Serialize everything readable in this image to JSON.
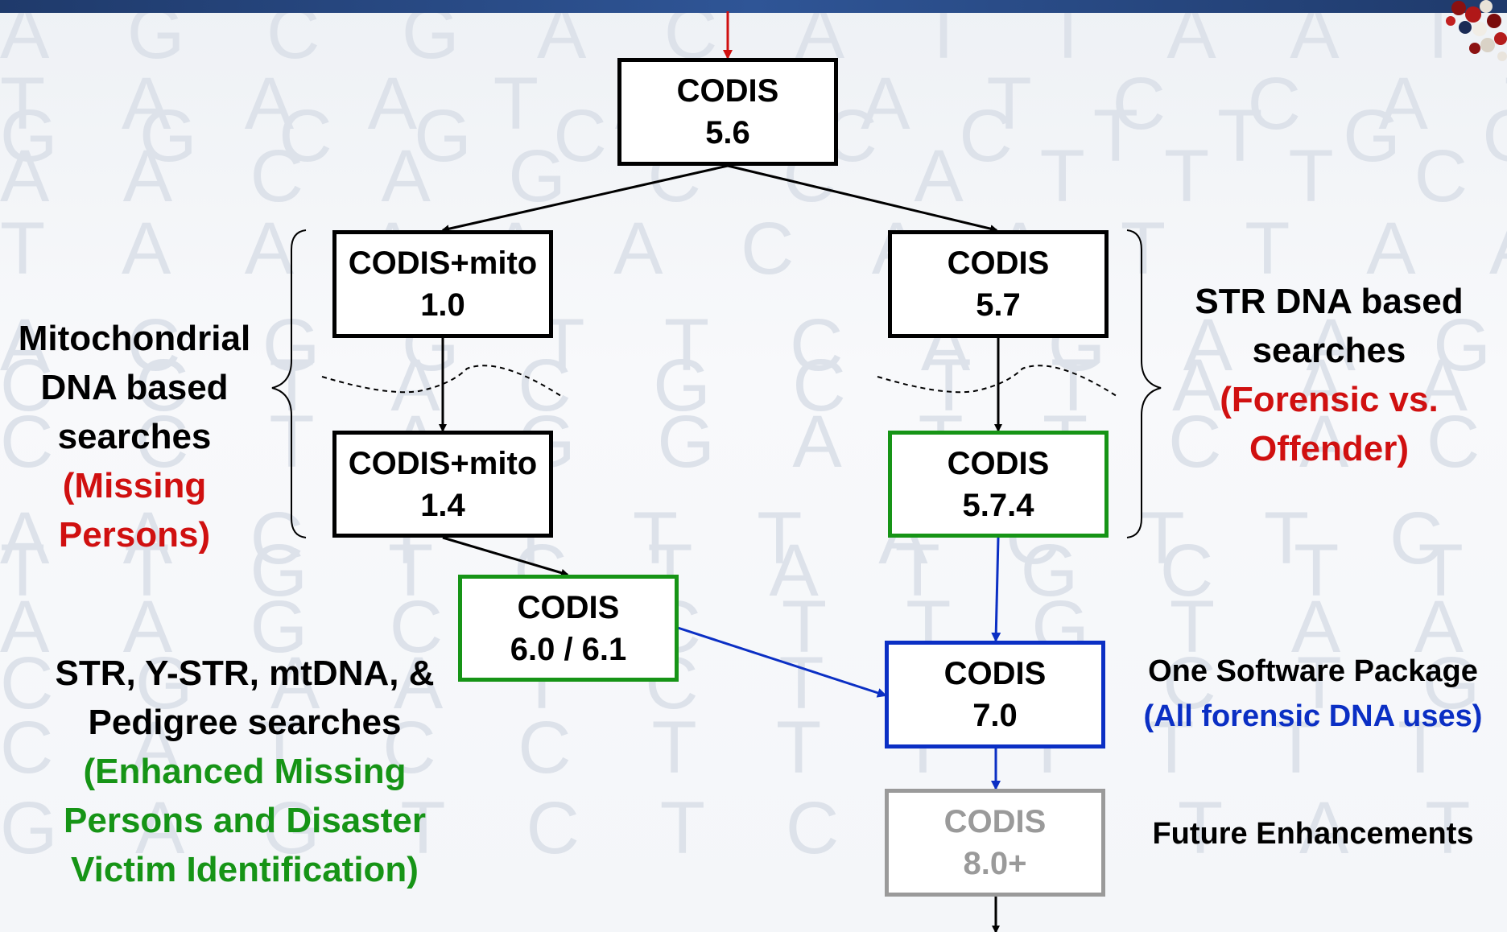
{
  "nodes": {
    "codis_5_6": {
      "title": "CODIS",
      "version": "5.6"
    },
    "codis_mito_1_0": {
      "title": "CODIS+mito",
      "version": "1.0"
    },
    "codis_5_7": {
      "title": "CODIS",
      "version": "5.7"
    },
    "codis_mito_1_4": {
      "title": "CODIS+mito",
      "version": "1.4"
    },
    "codis_5_7_4": {
      "title": "CODIS",
      "version": "5.7.4"
    },
    "codis_6_0": {
      "title": "CODIS",
      "version": "6.0 / 6.1"
    },
    "codis_7_0": {
      "title": "CODIS",
      "version": "7.0"
    },
    "codis_8_0": {
      "title": "CODIS",
      "version": "8.0+"
    }
  },
  "labels": {
    "mito": {
      "line1": "Mitochondrial",
      "line2": "DNA based",
      "line3": "searches",
      "line4": "(Missing",
      "line5": "Persons)"
    },
    "str": {
      "line1": "STR DNA based",
      "line2": "searches",
      "line3": "(Forensic vs.",
      "line4": "Offender)"
    },
    "combined": {
      "line1": "STR, Y-STR, mtDNA, &",
      "line2": "Pedigree searches",
      "line3": "(Enhanced Missing",
      "line4": "Persons and Disaster",
      "line5": "Victim Identification)"
    },
    "one_package": {
      "line1": "One Software Package",
      "line2": "(All forensic DNA uses)"
    },
    "future": {
      "line1": "Future Enhancements"
    }
  },
  "background_letters": [
    "A G C G A C A T T A A T A T G A G T C A",
    "T A A A T A A A T C C A T A C C A C A T G",
    "G G C G C C C C T T G G T T T G T G A A",
    "A A C A G C C A T T T C A C C A T C A A",
    "T A A A A A C A A T T A A A T C T C G C",
    "A C G G T T C A G A A G A A T T C A A A C A",
    "C C T A C G C T T A A A A G G C T G T A",
    "C C T A G G A T T C A C A C A G C C A A",
    "A A C T T T T A C T T C T T T T A A T G",
    "T T G T C T A T G C T T A T C A T G A T",
    "A A G C A C T T G T A A T G A T T T G A G C T A T G A",
    "C G A A T C T C A C T G G A T C T C C",
    "C A T C C T T T T T T T C C A T A A T",
    "G A G T C T C C A T A T C A C T G T A A C"
  ],
  "colors": {
    "red": "#d01010",
    "green": "#169416",
    "blue": "#0b2fc4",
    "gray": "#9a9a9a",
    "black": "#000000"
  }
}
